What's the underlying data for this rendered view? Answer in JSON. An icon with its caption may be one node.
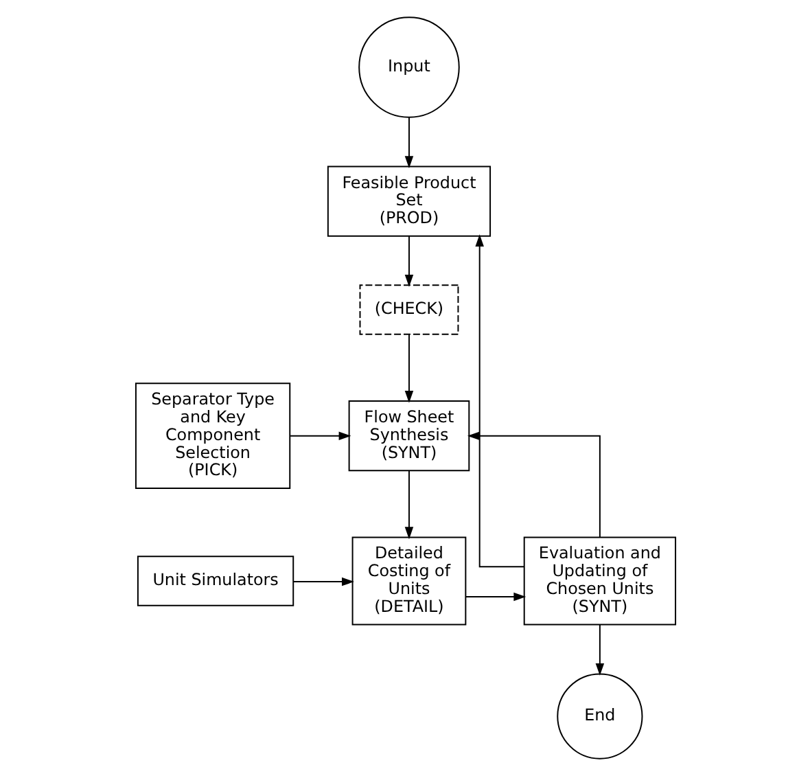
{
  "diagram": {
    "nodes": [
      {
        "text": [
          "Input"
        ]
      },
      {
        "text": [
          "Feasible Product Set",
          "(PROD)"
        ]
      },
      {
        "text": [
          "(CHECK)"
        ]
      },
      {
        "text": [
          "Flow Sheet Synthesis",
          "(SYNT)"
        ]
      },
      {
        "text": [
          "Separator Type and Key Component Selection",
          "(PICK)"
        ]
      },
      {
        "text": [
          "Evaluation and Updating of Chosen Units",
          "(SYNT)"
        ]
      },
      {
        "text": [
          "Detailed Costing of Units",
          "(DETAIL)"
        ]
      },
      {
        "text": [
          "Unit Simulators"
        ]
      },
      {
        "text": [
          "End"
        ]
      }
    ],
    "edges": [
      {
        "from": 0,
        "to": 1,
        "arrow": "to"
      },
      {
        "from": 1,
        "to": 2,
        "arrow": "to"
      },
      {
        "from": 2,
        "to": 3,
        "arrow": "to"
      },
      {
        "from": 4,
        "to": 3,
        "arrow": "to"
      },
      {
        "from": 3,
        "to": 6,
        "arrow": "to"
      },
      {
        "from": 6,
        "to": 5,
        "arrow": "to"
      },
      {
        "from": 7,
        "to": 6,
        "arrow": "to"
      },
      {
        "from": 5,
        "to": 1,
        "arrow": "to"
      },
      {
        "from": 5,
        "to": 3,
        "arrow": "to"
      },
      {
        "from": 5,
        "to": 8,
        "arrow": "to"
      }
    ]
  }
}
